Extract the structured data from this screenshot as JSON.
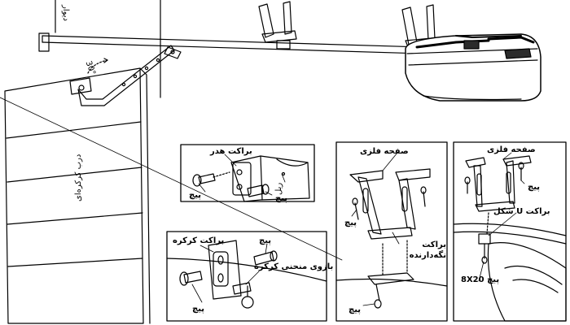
{
  "labels": {
    "wall": "دیوار",
    "angle": "30°",
    "door": "درب کرکره‌ای",
    "header_bracket": "براکت هدر",
    "screw_1": "پیچ",
    "rail": "ریل",
    "screw_2": "پیچ",
    "metal_plate_center": "صفحه فلزی",
    "screw_3": "پیچ",
    "holder_bracket": "براکت نگه‌دارنده",
    "screw_4": "پیچ",
    "metal_plate_right": "صفحه فلزی",
    "screw_5": "پیچ",
    "u_bracket": "براکت U شکل",
    "screw_size": "8X20 پیچ",
    "door_bracket": "براکت کرکره",
    "screw_6": "پیچ",
    "curved_arm": "بازوی منحنی کرکره",
    "screw_7": "پیچ"
  },
  "colors": {
    "line": "#000000",
    "panel_border": "#000000",
    "background": "#ffffff",
    "motor_dark": "#2b2b2b"
  }
}
